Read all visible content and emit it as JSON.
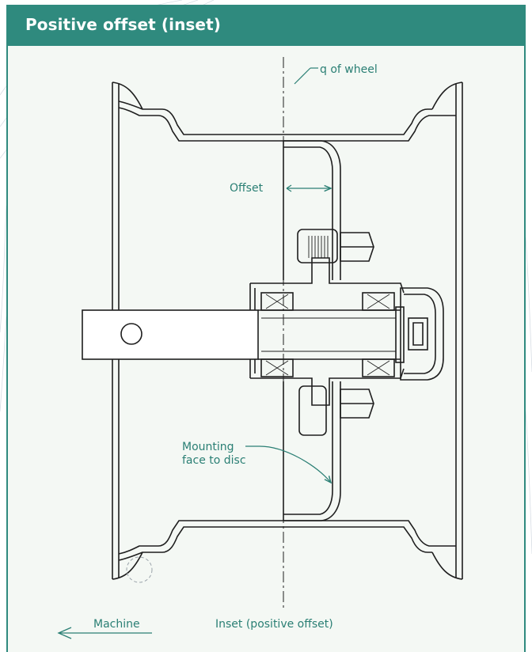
{
  "title": "Positive offset (inset)",
  "labels": {
    "centerline": "q of wheel",
    "offset": "Offset",
    "mounting_line1": "Mounting",
    "mounting_line2": "face to disc",
    "machine": "Machine",
    "inset": "Inset (positive offset)"
  },
  "colors": {
    "header": "#2f8a7e",
    "accent_text": "#2a7f74",
    "panel_bg": "#f4f8f4",
    "line_art": "#1e1e1e"
  }
}
